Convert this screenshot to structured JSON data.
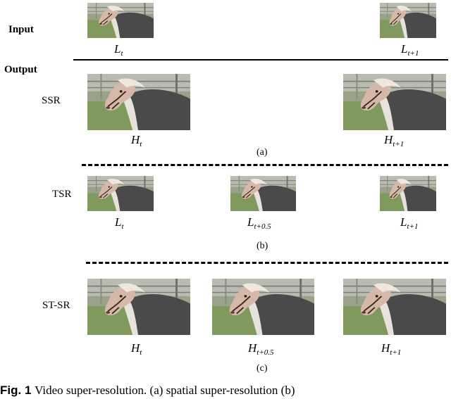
{
  "labels": {
    "input": "Input",
    "output": "Output",
    "ssr": "SSR",
    "tsr": "TSR",
    "stsr": "ST-SR"
  },
  "frames": {
    "input": [
      {
        "base": "L",
        "subscript": "t"
      },
      {
        "base": "L",
        "subscript": "t+1"
      }
    ],
    "ssr": [
      {
        "base": "H",
        "subscript": "t"
      },
      {
        "base": "H",
        "subscript": "t+1"
      }
    ],
    "tsr": [
      {
        "base": "L",
        "subscript": "t"
      },
      {
        "base": "L",
        "subscript": "t+0.5"
      },
      {
        "base": "L",
        "subscript": "t+1"
      }
    ],
    "stsr": [
      {
        "base": "H",
        "subscript": "t"
      },
      {
        "base": "H",
        "subscript": "t+0.5"
      },
      {
        "base": "H",
        "subscript": "t+1"
      }
    ]
  },
  "subfigures": {
    "a": "(a)",
    "b": "(b)",
    "c": "(c)"
  },
  "caption": {
    "label": "Fig. 1",
    "text": "Video super-resolution. (a) spatial super-resolution (b)"
  },
  "image_content": "horse-frame",
  "colors": {
    "grass": "#7f9a5c",
    "sky": "#c8c8c4",
    "blanket": "#4a4a4a",
    "horse_face": "#d6b8a8"
  }
}
